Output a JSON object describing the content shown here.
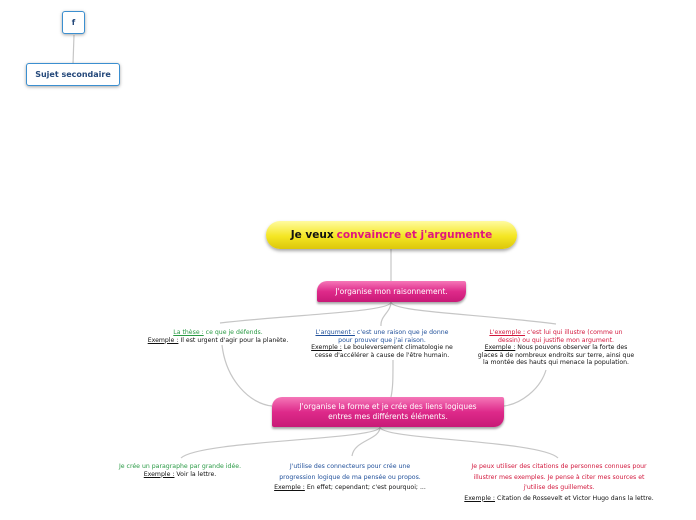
{
  "top_nodes": {
    "f_label": "f",
    "secondary_label": "Sujet secondaire"
  },
  "root": {
    "part1": "Je veux ",
    "part2": "convaincre et j'argumente"
  },
  "node1": {
    "label": "J'organise mon raisonnement."
  },
  "node2": {
    "line1": "J'organise la forme et je crée des liens logiques",
    "line2": "entres mes différents éléments."
  },
  "these": {
    "term": "La thèse :",
    "def": " ce que je défends.",
    "ex_label": "Exemple :",
    "ex_text": " Il est urgent d'agir pour la planète."
  },
  "argument": {
    "term": "L'argument :",
    "def1": " c'est une raison que je donne",
    "def2": "pour prouver que j'ai raison.",
    "ex_label": "Exemple :",
    "ex_text1": " Le bouleversement climatologie ne",
    "ex_text2": "cesse d'accélérer à cause de l'être humain."
  },
  "exemple": {
    "term": "L'exemple :",
    "def1": " c'est lui qui illustre (comme un",
    "def2": "dessin) ou qui justifie mon argument.",
    "ex_label": "Exemple :",
    "ex_text1": " Nous pouvons observer la forte des",
    "ex_text2": "glaces à de nombreux endroits sur terre, ainsi que",
    "ex_text3": "la montée des hauts qui menace la population."
  },
  "paragraphe": {
    "text": "Je crée un paragraphe par grande idée.",
    "ex_label": "Exemple :",
    "ex_text": " Voir la lettre."
  },
  "connecteurs": {
    "line1": "J'utilise des connecteurs pour crée une",
    "line2": "progression logique de ma pensée ou propos.",
    "ex_label": "Exemple :",
    "ex_text": " En effet; cependant; c'est pourquoi; ..."
  },
  "citations": {
    "line1": "Je peux utiliser des citations de personnes connues pour",
    "line2": "illustrer mes exemples. Je pense à citer mes sources et",
    "line3": "j'utilise des guillemets.",
    "ex_label": "Exemple :",
    "ex_text": " Citation de Rossevelt et Victor Hugo dans la lettre."
  },
  "colors": {
    "root": "#f4e623",
    "root_accent": "#e0157e",
    "pink_node": "#de2a8a",
    "green": "#2a9a45",
    "blue": "#1f4f9a",
    "red": "#d2183d",
    "link": "#c4c4c4"
  }
}
